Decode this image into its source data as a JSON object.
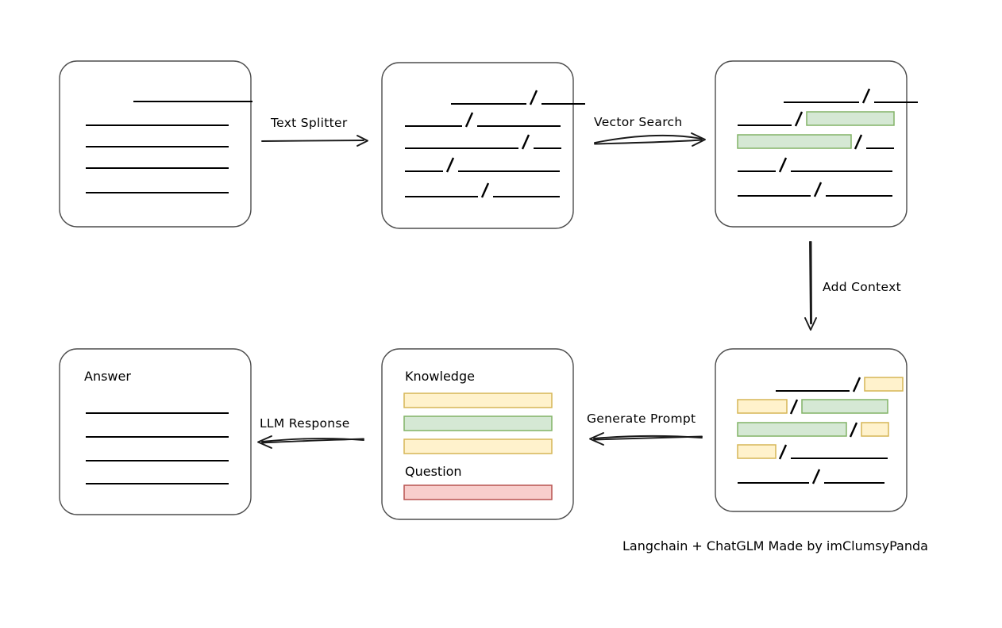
{
  "diagram": {
    "caption": "Langchain + ChatGLM Made by imClumsyPanda",
    "colors": {
      "stroke": "#4d4d4d",
      "text": "#000000",
      "arrow": "#1a1a1a",
      "rule": "#000000",
      "green_fill": "#d5e8d4",
      "green_stroke": "#82b366",
      "yellow_fill": "#fff2cc",
      "yellow_stroke": "#d6b656",
      "red_fill": "#f8cecc",
      "red_stroke": "#b85450",
      "page_bg": "#ffffff"
    },
    "edges": [
      {
        "id": "text-splitter",
        "label": "Text Splitter",
        "direction": "right"
      },
      {
        "id": "vector-search",
        "label": "Vector Search",
        "direction": "right"
      },
      {
        "id": "add-context",
        "label": "Add Context",
        "direction": "down"
      },
      {
        "id": "generate-prompt",
        "label": "Generate Prompt",
        "direction": "left"
      },
      {
        "id": "llm-response",
        "label": "LLM Response",
        "direction": "left"
      }
    ],
    "nodes": {
      "source_document": {
        "name": "source-document",
        "title": "",
        "lines": [
          {
            "segments": [
              {
                "type": "rule",
                "width": 150,
                "indent": 60
              }
            ]
          },
          {
            "segments": [
              {
                "type": "rule",
                "width": 180,
                "indent": 0
              }
            ]
          },
          {
            "segments": [
              {
                "type": "rule",
                "width": 180,
                "indent": 0
              }
            ]
          },
          {
            "segments": [
              {
                "type": "rule",
                "width": 180,
                "indent": 0
              }
            ]
          },
          {
            "segments": [
              {
                "type": "rule",
                "width": 180,
                "indent": 0
              }
            ]
          }
        ]
      },
      "split_chunks": {
        "name": "split-chunks",
        "title": "",
        "lines": [
          {
            "indent": 58,
            "segments": [
              {
                "type": "rule",
                "width": 95
              },
              {
                "type": "slash"
              },
              {
                "type": "rule",
                "width": 55
              }
            ]
          },
          {
            "indent": 0,
            "segments": [
              {
                "type": "rule",
                "width": 72
              },
              {
                "type": "slash"
              },
              {
                "type": "rule",
                "width": 105
              }
            ]
          },
          {
            "indent": 0,
            "segments": [
              {
                "type": "rule",
                "width": 143
              },
              {
                "type": "slash"
              },
              {
                "type": "rule",
                "width": 35
              }
            ]
          },
          {
            "indent": 0,
            "segments": [
              {
                "type": "rule",
                "width": 48
              },
              {
                "type": "slash"
              },
              {
                "type": "rule",
                "width": 128
              }
            ]
          },
          {
            "indent": 0,
            "segments": [
              {
                "type": "rule",
                "width": 92
              },
              {
                "type": "slash"
              },
              {
                "type": "rule",
                "width": 84
              }
            ]
          }
        ]
      },
      "matched_chunks": {
        "name": "matched-chunks",
        "title": "",
        "lines": [
          {
            "indent": 58,
            "segments": [
              {
                "type": "rule",
                "width": 95
              },
              {
                "type": "slash"
              },
              {
                "type": "rule",
                "width": 55
              }
            ]
          },
          {
            "indent": 0,
            "segments": [
              {
                "type": "rule",
                "width": 68
              },
              {
                "type": "slash"
              },
              {
                "type": "hl",
                "color": "green",
                "width": 110
              }
            ]
          },
          {
            "indent": 0,
            "segments": [
              {
                "type": "hl",
                "color": "green",
                "width": 143
              },
              {
                "type": "slash"
              },
              {
                "type": "rule",
                "width": 35
              }
            ]
          },
          {
            "indent": 0,
            "segments": [
              {
                "type": "rule",
                "width": 48
              },
              {
                "type": "slash"
              },
              {
                "type": "rule",
                "width": 128
              }
            ]
          },
          {
            "indent": 0,
            "segments": [
              {
                "type": "rule",
                "width": 92
              },
              {
                "type": "slash"
              },
              {
                "type": "rule",
                "width": 84
              }
            ]
          }
        ]
      },
      "context_chunks": {
        "name": "context-chunks",
        "title": "",
        "lines": [
          {
            "indent": 48,
            "segments": [
              {
                "type": "rule",
                "width": 93
              },
              {
                "type": "slash"
              },
              {
                "type": "hl",
                "color": "yellow",
                "width": 48
              }
            ]
          },
          {
            "indent": 0,
            "segments": [
              {
                "type": "hl",
                "color": "yellow",
                "width": 62
              },
              {
                "type": "slash"
              },
              {
                "type": "hl",
                "color": "green",
                "width": 108
              }
            ]
          },
          {
            "indent": 0,
            "segments": [
              {
                "type": "hl",
                "color": "green",
                "width": 137
              },
              {
                "type": "slash"
              },
              {
                "type": "hl",
                "color": "yellow",
                "width": 34
              }
            ]
          },
          {
            "indent": 0,
            "segments": [
              {
                "type": "hl",
                "color": "yellow",
                "width": 48
              },
              {
                "type": "slash"
              },
              {
                "type": "rule",
                "width": 122
              }
            ]
          },
          {
            "indent": 0,
            "segments": [
              {
                "type": "rule",
                "width": 90
              },
              {
                "type": "slash"
              },
              {
                "type": "rule",
                "width": 76
              }
            ]
          }
        ]
      },
      "prompt": {
        "name": "prompt-box",
        "knowledge_label": "Knowledge",
        "question_label": "Question",
        "knowledge_bars": [
          {
            "color": "yellow",
            "width": 186
          },
          {
            "color": "green",
            "width": 186
          },
          {
            "color": "yellow",
            "width": 186
          }
        ],
        "question_bars": [
          {
            "color": "red",
            "width": 186
          }
        ]
      },
      "answer": {
        "name": "answer-box",
        "title": "Answer",
        "lines": [
          {
            "segments": [
              {
                "type": "rule",
                "width": 180,
                "indent": 0
              }
            ]
          },
          {
            "segments": [
              {
                "type": "rule",
                "width": 180,
                "indent": 0
              }
            ]
          },
          {
            "segments": [
              {
                "type": "rule",
                "width": 180,
                "indent": 0
              }
            ]
          },
          {
            "segments": [
              {
                "type": "rule",
                "width": 180,
                "indent": 0
              }
            ]
          }
        ]
      }
    }
  }
}
